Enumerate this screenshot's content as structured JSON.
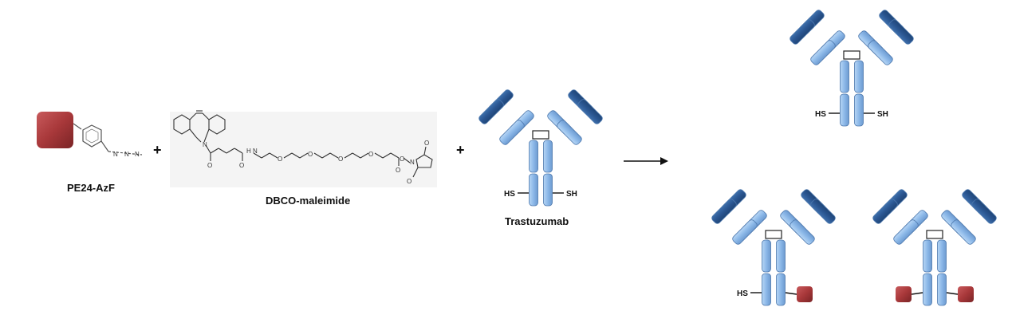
{
  "labels": {
    "pe24": "PE24-AzF",
    "dbco": "DBCO-maleimide",
    "trastuzumab": "Trastuzumab"
  },
  "operators": {
    "plus": "+",
    "arrow": "→"
  },
  "atoms": {
    "n": "N",
    "nh": "H N",
    "o": "O",
    "sh": "SH",
    "hs": "HS"
  },
  "colors": {
    "protein": "#a8383a",
    "heavy_dark": "#2f5f9a",
    "heavy_light": "#9cc3ec",
    "light_chain": "#8ab4e4",
    "outline": "#5b84b8"
  },
  "antibodies": [
    {
      "id": "trastuzumab",
      "left_arm": "SH",
      "right_arm": "SH"
    },
    {
      "id": "product-unconjugated",
      "left_arm": "SH",
      "right_arm": "SH"
    },
    {
      "id": "product-single",
      "left_arm": "SH",
      "right_arm": "PE24"
    },
    {
      "id": "product-double",
      "left_arm": "PE24",
      "right_arm": "PE24"
    }
  ]
}
